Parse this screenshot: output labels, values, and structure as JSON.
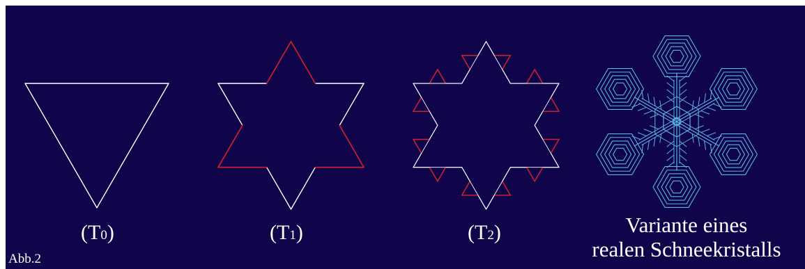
{
  "figure_label": "Abb.2",
  "panels": [
    {
      "id": "t0",
      "prefix": "(T",
      "sub": "0",
      "suffix": ")"
    },
    {
      "id": "t1",
      "prefix": "(T",
      "sub": "1",
      "suffix": ")"
    },
    {
      "id": "t2",
      "prefix": "(T",
      "sub": "2",
      "suffix": ")"
    }
  ],
  "crystal_caption": {
    "line1": "Variante eines",
    "line2": "realen Schneekristalls"
  },
  "colors": {
    "background": "#10054a",
    "base_line": "#ffffff",
    "new_segment": "#d0202a",
    "koch_outline": "#a8d4ff",
    "crystal": "#5ab4ea"
  }
}
